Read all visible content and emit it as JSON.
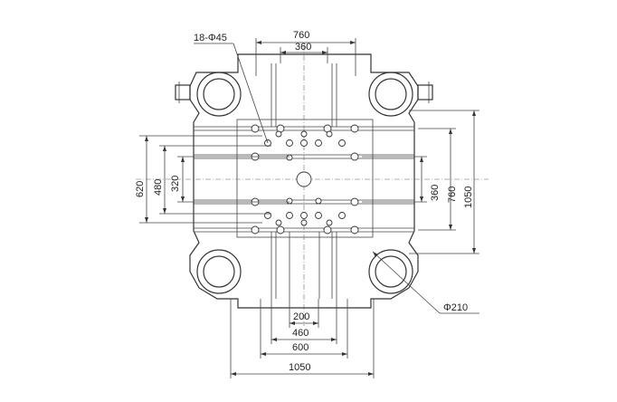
{
  "labels": {
    "holes": "18-Φ45",
    "bore": "Φ210"
  },
  "dimensions": {
    "top": [
      "760",
      "360"
    ],
    "bottom": [
      "200",
      "460",
      "600",
      "1050"
    ],
    "left": [
      "620",
      "480",
      "320"
    ],
    "right": [
      "360",
      "760",
      "1050"
    ]
  }
}
